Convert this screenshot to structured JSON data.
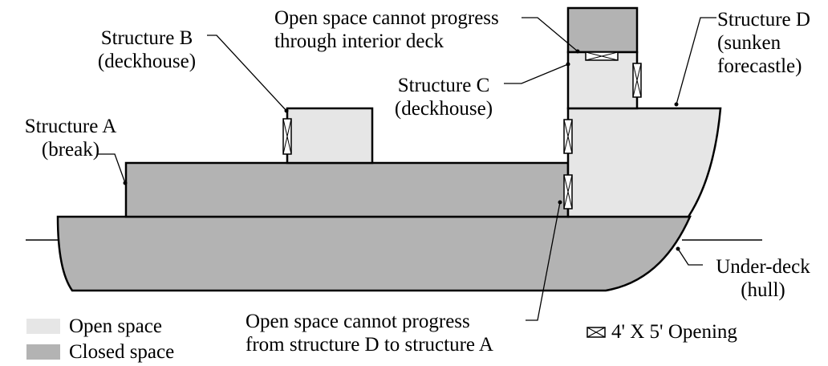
{
  "colors": {
    "open_space": "#e6e6e6",
    "closed_space": "#b3b3b3",
    "outline": "#000000"
  },
  "labels": {
    "structure_a": [
      "Structure A",
      "(break)"
    ],
    "structure_b": [
      "Structure B",
      "(deckhouse)"
    ],
    "structure_c": [
      "Structure C",
      "(deckhouse)"
    ],
    "structure_d": [
      "Structure D",
      "(sunken",
      "forecastle)"
    ],
    "under_deck": [
      "Under-deck",
      "(hull)"
    ],
    "note_top": [
      "Open space cannot progress",
      "through interior deck"
    ],
    "note_bottom": [
      "Open space cannot progress",
      "from structure D to structure A"
    ]
  },
  "legend": {
    "open_space": "Open space",
    "closed_space": "Closed space",
    "opening": "4' X 5' Opening",
    "opening_icon": "crossed-box-icon"
  }
}
